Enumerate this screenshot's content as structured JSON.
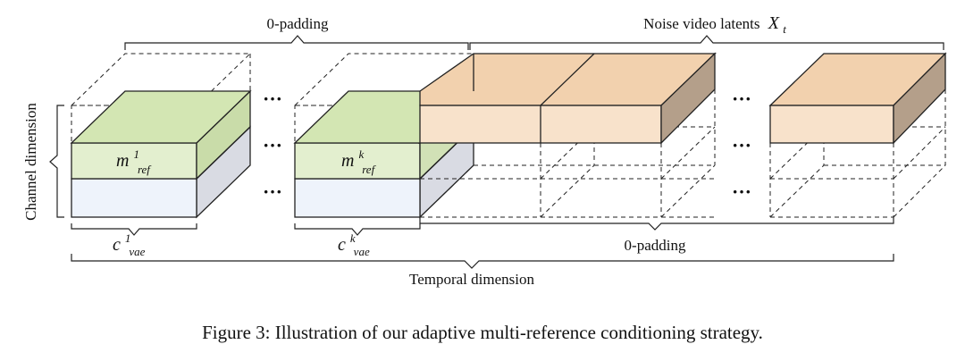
{
  "diagram": {
    "top_brace_left_label": "0-padding",
    "top_brace_right_label": "Noise video latents",
    "top_brace_right_symbol": "X",
    "top_brace_right_subscript": "t",
    "bottom_brace_right_label": "0-padding",
    "temporal_label": "Temporal dimension",
    "channel_label": "Channel dimension",
    "ref1": {
      "base": "m",
      "sup": "1",
      "sub": "ref"
    },
    "refk": {
      "base": "m",
      "sup": "k",
      "sub": "ref"
    },
    "c1": {
      "base": "c",
      "sup": "1",
      "sub": "vae"
    },
    "ck": {
      "base": "c",
      "sup": "k",
      "sub": "vae"
    },
    "ellipsis": "···"
  },
  "colors": {
    "green_front": "#e3efcf",
    "green_top": "#d3e6b3",
    "blue_front": "#eef3fb",
    "gray_side": "#d9dbe3",
    "orange_front": "#f8e2cb",
    "orange_top": "#f2d1ae",
    "brown_side": "#b49f8a"
  },
  "caption": "Figure 3: Illustration of our adaptive multi-reference conditioning strategy."
}
